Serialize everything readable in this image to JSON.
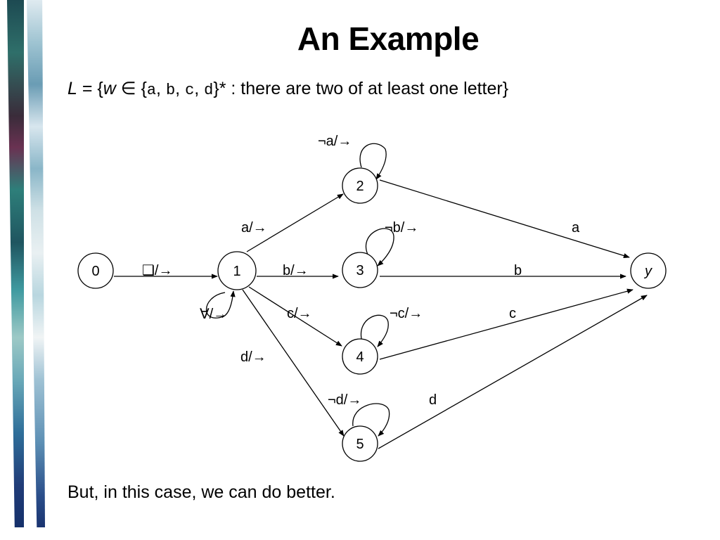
{
  "slide": {
    "title": "An Example",
    "language": {
      "L": "L",
      "eq": " = {",
      "w": "w",
      "in": " ∈ {",
      "letters": [
        "a",
        "b",
        "c",
        "d"
      ],
      "sep": ", ",
      "tail": "}* : there are two of at least one letter}"
    },
    "footer": "But, in this case, we can do better."
  },
  "diagram": {
    "states": [
      "0",
      "1",
      "2",
      "3",
      "4",
      "5",
      "y"
    ],
    "labels": {
      "start": "❑/→",
      "loop_1": "∀/→",
      "edge_1_2": "a/→",
      "edge_1_3": "b/→",
      "edge_1_4": "c/→",
      "edge_1_5": "d/→",
      "loop_2": "¬a/→",
      "loop_3": "¬b/→",
      "loop_4": "¬c/→",
      "loop_5": "¬d/→",
      "edge_2_y": "a",
      "edge_3_y": "b",
      "edge_4_y": "c",
      "edge_5_y": "d"
    }
  }
}
